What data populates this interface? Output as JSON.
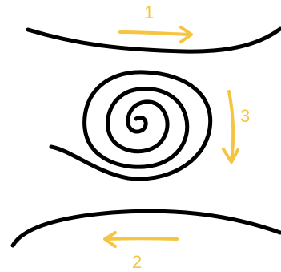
{
  "colors": {
    "ink": "#000000",
    "arrow": "#F5C542",
    "background": "#FFFFFF"
  },
  "labels": {
    "top": "1",
    "bottom": "2",
    "right": "3"
  }
}
